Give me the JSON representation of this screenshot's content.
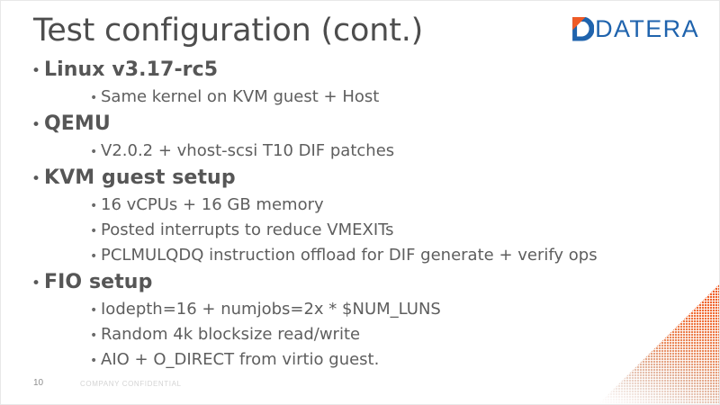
{
  "slide": {
    "title": "Test configuration (cont.)",
    "page_number": "10",
    "confidential_label": "COMPANY CONFIDENTIAL"
  },
  "logo": {
    "text": "DATERA",
    "mark_icon": "datera-d-icon",
    "brand_blue": "#1f63ad",
    "brand_orange": "#ef5a25"
  },
  "theme": {
    "background": "#ffffff",
    "title_color": "#4d4d4d",
    "level1_color": "#565656",
    "level2_color": "#5e5e5e",
    "accent_orange": "#ef5a25",
    "footer_muted": "#d4d4d4"
  },
  "decoration": {
    "corner_shape": "orange-halftone-triangle"
  },
  "content": {
    "bullets": [
      {
        "level": 1,
        "text": "Linux v3.17-rc5"
      },
      {
        "level": 2,
        "text": "Same kernel on KVM guest + Host"
      },
      {
        "level": 1,
        "text": "QEMU"
      },
      {
        "level": 2,
        "text": "V2.0.2 + vhost-scsi T10 DIF patches"
      },
      {
        "level": 1,
        "text": "KVM guest setup"
      },
      {
        "level": 2,
        "text": "16 vCPUs + 16 GB memory"
      },
      {
        "level": 2,
        "text": "Posted interrupts to reduce VMEXITs"
      },
      {
        "level": 2,
        "text": "PCLMULQDQ instruction offload for DIF generate + verify ops"
      },
      {
        "level": 1,
        "text": "FIO setup"
      },
      {
        "level": 2,
        "text": "Iodepth=16 + numjobs=2x * $NUM_LUNS"
      },
      {
        "level": 2,
        "text": "Random 4k blocksize read/write"
      },
      {
        "level": 2,
        "text": "AIO + O_DIRECT from virtio guest."
      }
    ],
    "bullet_glyph": "•"
  }
}
